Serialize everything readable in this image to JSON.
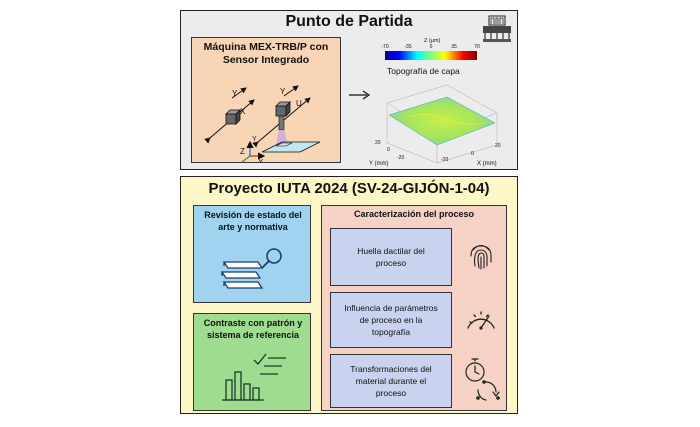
{
  "top": {
    "title": "Punto de Partida",
    "machine": {
      "title_line1": "Máquina MEX-TRB/P con",
      "title_line2": "Sensor Integrado",
      "axis_y1": "Y",
      "axis_x1": "X",
      "axis_y2": "Y",
      "axis_u": "U",
      "axis_z": "Z",
      "axis_y3": "Y",
      "axis_x3": "X"
    },
    "plot": {
      "colorbar_label": "Z (µm)",
      "colorbar_ticks": [
        "-70",
        "-35",
        "0",
        "35",
        "70"
      ],
      "caption": "Topografía de capa",
      "y_ticks": [
        "20",
        "0",
        "-20"
      ],
      "x_ticks": [
        "-20",
        "0",
        "20"
      ],
      "y_axis_label": "Y (mm)",
      "x_axis_label": "X (mm)"
    }
  },
  "bottom": {
    "title": "Proyecto IUTA 2024 (SV-24-GIJÓN-1-04)",
    "revision": {
      "line1": "Revisión de estado del",
      "line2": "arte y normativa"
    },
    "contraste": {
      "line1": "Contraste con patrón y",
      "line2": "sistema de referencia"
    },
    "caracterizacion": {
      "title": "Caracterización del proceso",
      "items": [
        {
          "line1": "Huella dactilar del",
          "line2": "proceso",
          "line3": "",
          "icon": "fingerprint-icon"
        },
        {
          "line1": "Influencia de parámetros",
          "line2": "de proceso en la",
          "line3": "topografía",
          "icon": "gauge-icon"
        },
        {
          "line1": "Transformaciones del",
          "line2": "material durante el",
          "line3": "proceso",
          "icon": "stopwatch-cycle-icon"
        }
      ]
    }
  },
  "colors": {
    "top_panel": "#ececec",
    "machine_box": "#f8d5b5",
    "bottom_panel": "#fdf6c6",
    "revision_box": "#9fd3ef",
    "contraste_box": "#9fdc8f",
    "caract_box": "#f6d2c4",
    "sub_box": "#c9d3ef"
  }
}
